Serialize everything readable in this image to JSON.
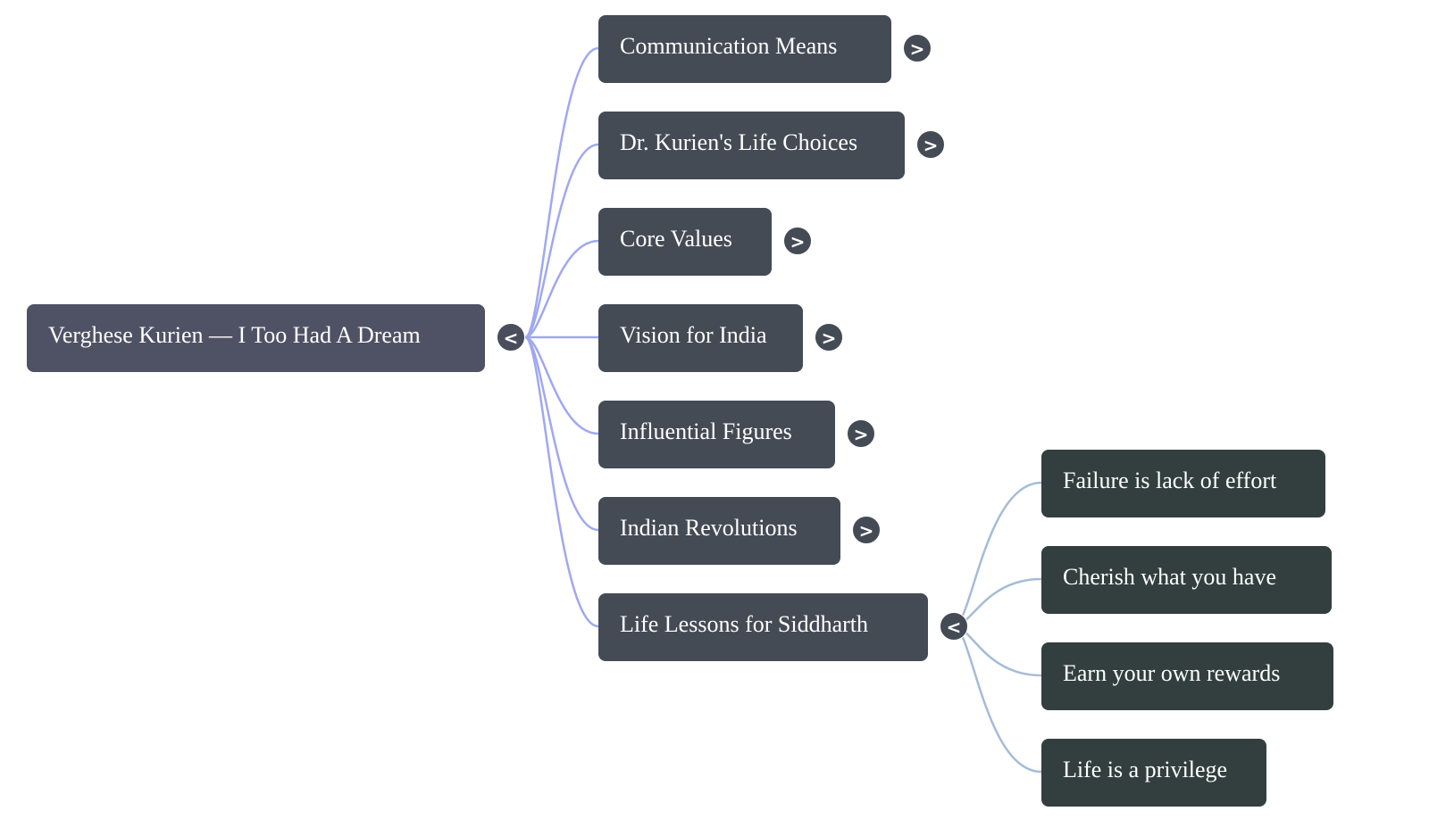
{
  "root": {
    "label": "Verghese Kurien — I Too Had A Dream",
    "toggle": "<",
    "toggle_icon": "collapse-chevron-left-icon",
    "color": "#4f5165"
  },
  "branches": [
    {
      "label": "Communication Means",
      "toggle": ">",
      "expanded": false
    },
    {
      "label": "Dr. Kurien's Life Choices",
      "toggle": ">",
      "expanded": false
    },
    {
      "label": "Core Values",
      "toggle": ">",
      "expanded": false
    },
    {
      "label": "Vision for India",
      "toggle": ">",
      "expanded": false
    },
    {
      "label": "Influential Figures",
      "toggle": ">",
      "expanded": false
    },
    {
      "label": "Indian Revolutions",
      "toggle": ">",
      "expanded": false
    },
    {
      "label": "Life Lessons for Siddharth",
      "toggle": "<",
      "expanded": true,
      "children": [
        {
          "label": "Failure is lack of effort"
        },
        {
          "label": "Cherish what you have"
        },
        {
          "label": "Earn your own rewards"
        },
        {
          "label": "Life is a privilege"
        }
      ]
    }
  ],
  "colors": {
    "branch_node": "#444b55",
    "leaf_node": "#323f3e",
    "root_edge": "#a0a8f0",
    "leaf_edge": "#a4bcd8"
  }
}
